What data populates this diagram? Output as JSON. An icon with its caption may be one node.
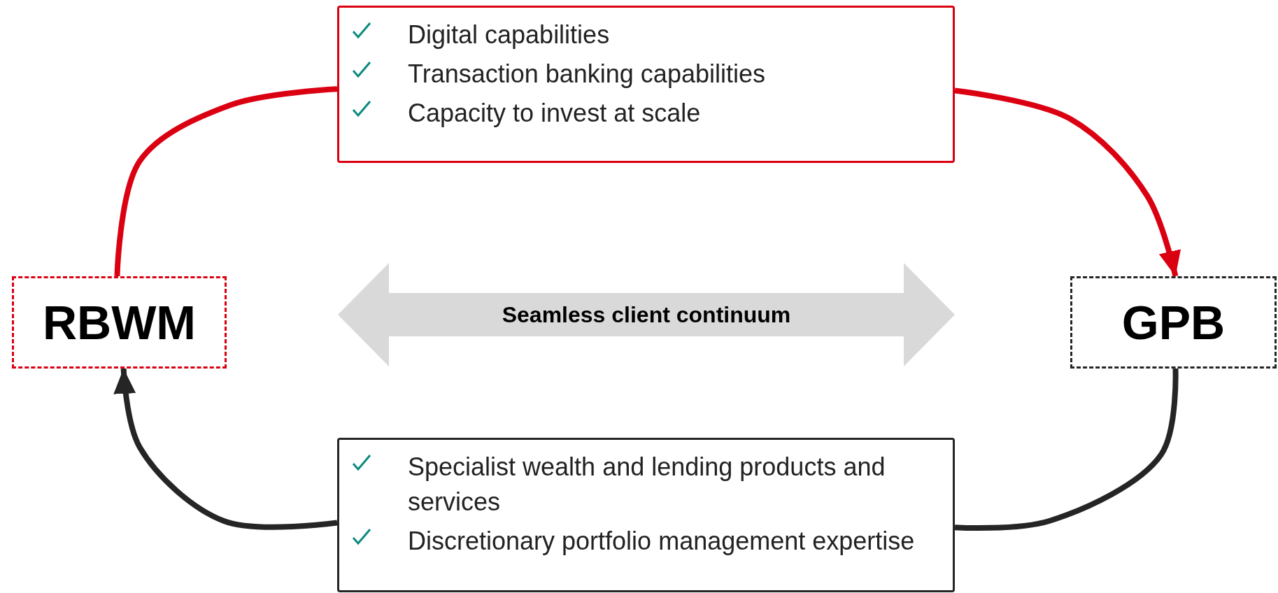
{
  "diagram": {
    "nodes": [
      {
        "text": [
          "Digital capabilities",
          "Transaction banking capabilities",
          "Capacity to invest at scale"
        ]
      },
      {
        "text": [
          "RBWM"
        ]
      },
      {
        "text": [
          "GPB"
        ]
      },
      {
        "text": [
          "Seamless client continuum"
        ]
      },
      {
        "text": [
          "Specialist wealth and lending products and services",
          "Discretionary portfolio management expertise"
        ]
      }
    ],
    "edges": [
      {
        "from": 1,
        "to": 0,
        "arrow": "none",
        "color": "#db0011"
      },
      {
        "from": 0,
        "to": 2,
        "arrow": "to",
        "color": "#db0011"
      },
      {
        "from": 2,
        "to": 4,
        "arrow": "none",
        "color": "#252525"
      },
      {
        "from": 4,
        "to": 1,
        "arrow": "to",
        "color": "#252525"
      }
    ]
  }
}
